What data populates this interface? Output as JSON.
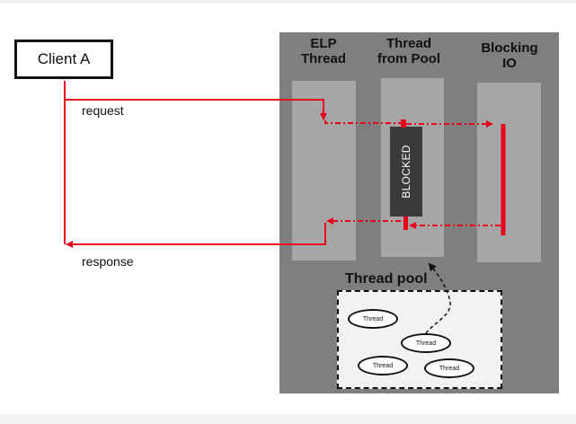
{
  "client": {
    "label": "Client  A"
  },
  "arrows": {
    "request_label": "request",
    "response_label": "response"
  },
  "columns": [
    {
      "title_line1": "ELP",
      "title_line2": "Thread"
    },
    {
      "title_line1": "Thread",
      "title_line2": "from Pool"
    },
    {
      "title_line1": "Blocking",
      "title_line2": "IO"
    }
  ],
  "blocked_label": "BLOCKED",
  "thread_pool": {
    "title": "Thread pool",
    "threads": [
      "Thread",
      "Thread",
      "Thread",
      "Thread"
    ]
  },
  "colors": {
    "arrow": "#e8001c",
    "panel": "#7f7f7f",
    "column": "#a6a6a6",
    "blocked": "#3a3a3a"
  }
}
